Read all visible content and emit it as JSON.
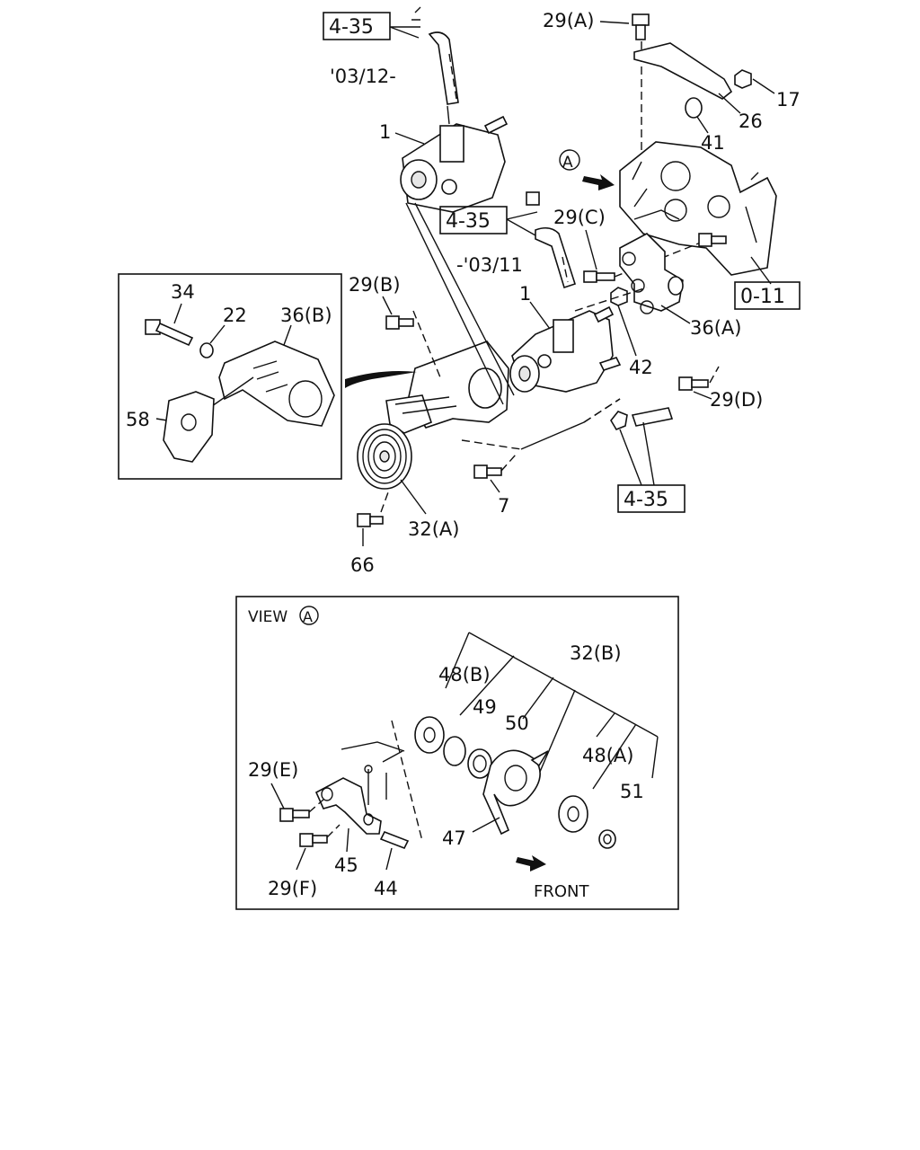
{
  "refs": {
    "r1": "4-35",
    "r2": "4-35",
    "r3": "4-35",
    "r4": "0-11"
  },
  "notes": {
    "date_from": "'03/12-",
    "date_to": "-'03/11",
    "view_title": "VIEW",
    "view_marker": "A",
    "front": "FRONT"
  },
  "labels": {
    "p29a": "29(A)",
    "p17": "17",
    "p26": "26",
    "p41": "41",
    "p1a": "1",
    "p1b": "1",
    "p29c": "29(C)",
    "p29b": "29(B)",
    "p34": "34",
    "p22": "22",
    "p36b": "36(B)",
    "p58": "58",
    "p36a": "36(A)",
    "p42": "42",
    "p29d": "29(D)",
    "p7": "7",
    "p32a": "32(A)",
    "p66": "66",
    "p48b": "48(B)",
    "p32b": "32(B)",
    "p49": "49",
    "p50": "50",
    "p48a": "48(A)",
    "p51": "51",
    "p29e": "29(E)",
    "p29f": "29(F)",
    "p45": "45",
    "p44": "44",
    "p47": "47"
  }
}
